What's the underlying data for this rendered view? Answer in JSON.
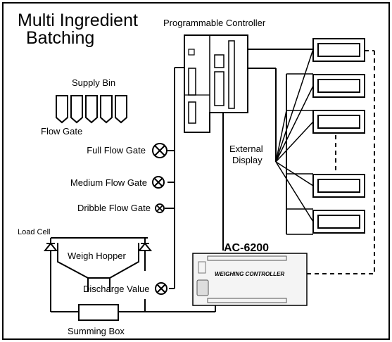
{
  "title_line1": "Multi Ingredient",
  "title_line2": "Batching",
  "controller_label": "Programmable Controller",
  "supply_bin_label": "Supply Bin",
  "flow_gate_label": "Flow Gate",
  "full_flow_gate_label": "Full Flow Gate",
  "medium_flow_gate_label": "Medium Flow Gate",
  "dribble_flow_gate_label": "Dribble Flow Gate",
  "external_display_line1": "External",
  "external_display_line2": "Display",
  "load_cell_label": "Load Cell",
  "weigh_hopper_label": "Weigh Hopper",
  "discharge_label": "Discharge Value",
  "summing_box_label": "Summing Box",
  "model_label": "AC-6200",
  "device_panel_text": "WEIGHING CONTROLLER",
  "colors": {
    "line": "#000000",
    "background": "#ffffff",
    "device_fill": "#f4f4f4"
  },
  "icons": [
    "valve-icon",
    "load-cell-icon",
    "bin-icon",
    "display-icon"
  ]
}
